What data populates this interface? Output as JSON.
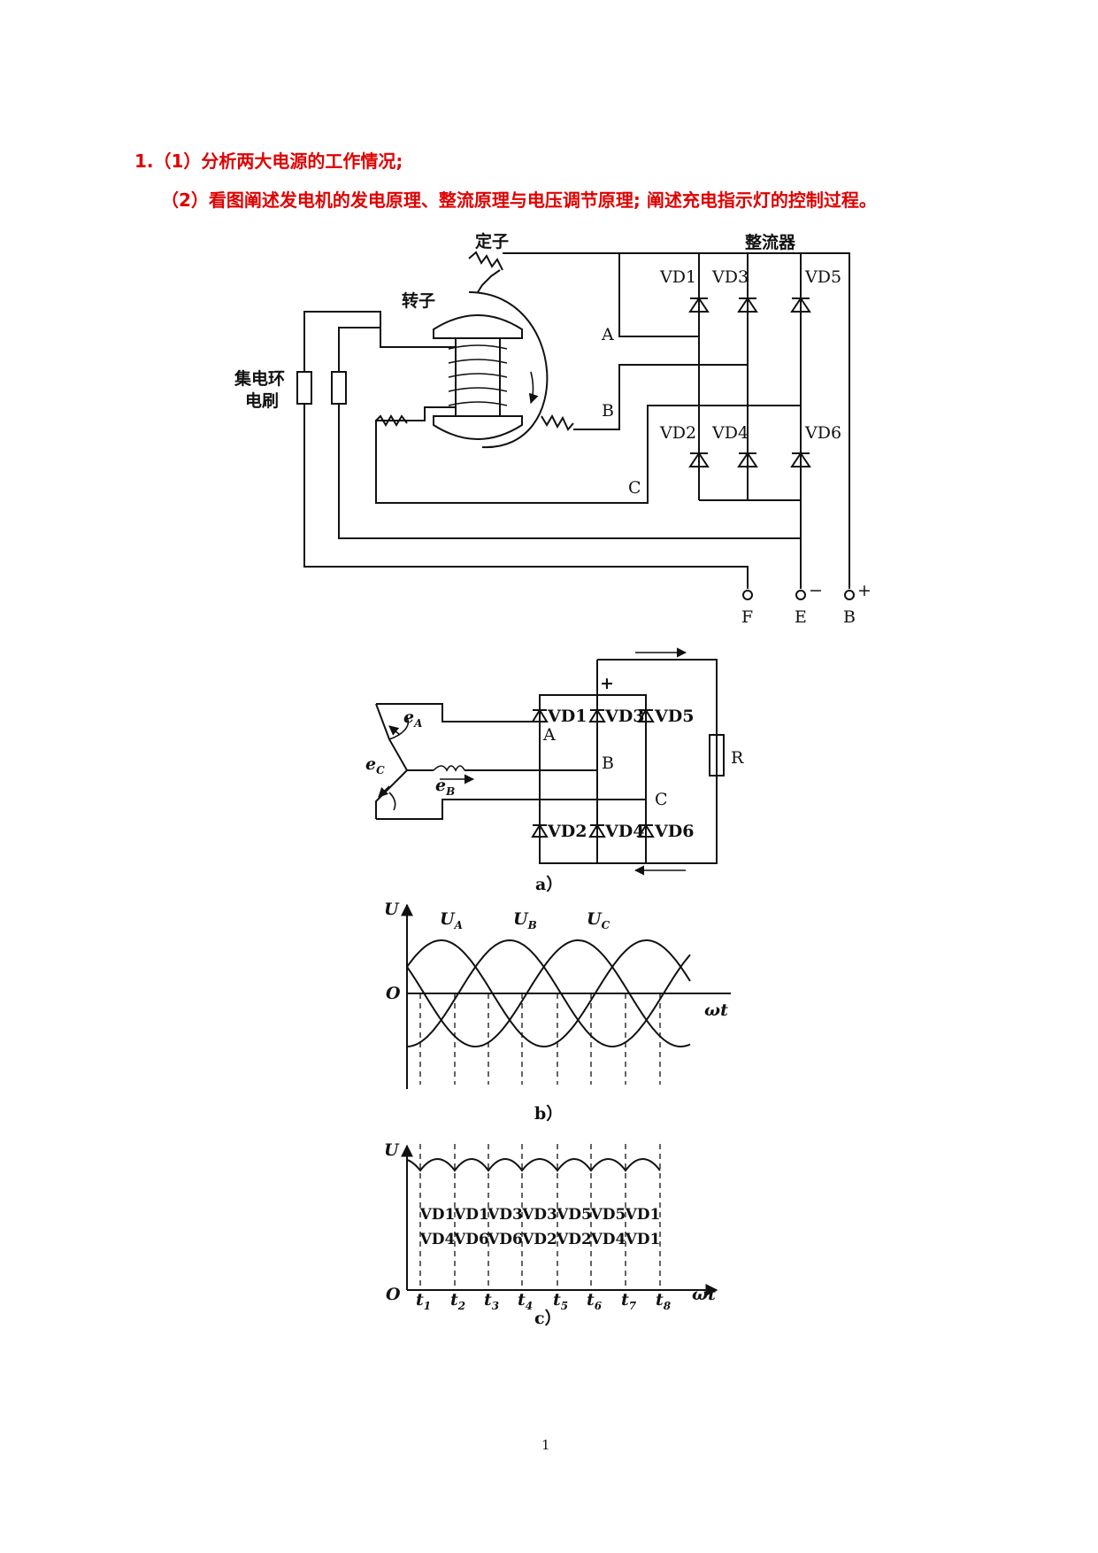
{
  "questions": {
    "line1": "1.（1）分析两大电源的工作情况;",
    "line2": "（2）看图阐述发电机的发电原理、整流原理与电压调节原理; 阐述充电指示灯的控制过程。"
  },
  "figure_top": {
    "stator": "定子",
    "rotor": "转子",
    "rectifier": "整流器",
    "slip_ring": "集电环",
    "brush": "电刷",
    "diodes_top": [
      "VD1",
      "VD3",
      "VD5"
    ],
    "diodes_bottom": [
      "VD2",
      "VD4",
      "VD6"
    ],
    "phases": [
      "A",
      "B",
      "C"
    ],
    "terminals": [
      "F",
      "E",
      "B"
    ],
    "minus": "−",
    "plus": "+"
  },
  "figure_a": {
    "diodes_top": [
      "VD1",
      "VD3",
      "VD5"
    ],
    "diodes_bottom": [
      "VD2",
      "VD4",
      "VD6"
    ],
    "phases": [
      "A",
      "B",
      "C"
    ],
    "emf": [
      "e",
      "A",
      "e",
      "B",
      "e",
      "C"
    ],
    "plus": "+",
    "resistor": "R",
    "caption": "a）"
  },
  "figure_b": {
    "y_axis": "U",
    "origin": "O",
    "x_axis": "ωt",
    "curves": [
      "U",
      "A",
      "U",
      "B",
      "U",
      "C"
    ],
    "caption": "b）"
  },
  "figure_c": {
    "y_axis": "U",
    "origin": "O",
    "x_axis": "ωt",
    "times": [
      "t",
      "1",
      "t",
      "2",
      "t",
      "3",
      "t",
      "4",
      "t",
      "5",
      "t",
      "6",
      "t",
      "7",
      "t",
      "8"
    ],
    "upper_row": [
      "VD1",
      "VD1",
      "VD3",
      "VD3",
      "VD5",
      "VD5",
      "VD1"
    ],
    "lower_row": [
      "VD4",
      "VD6",
      "VD6",
      "VD2",
      "VD2",
      "VD4",
      "VD1"
    ],
    "caption": "c）"
  },
  "page_number": "1"
}
